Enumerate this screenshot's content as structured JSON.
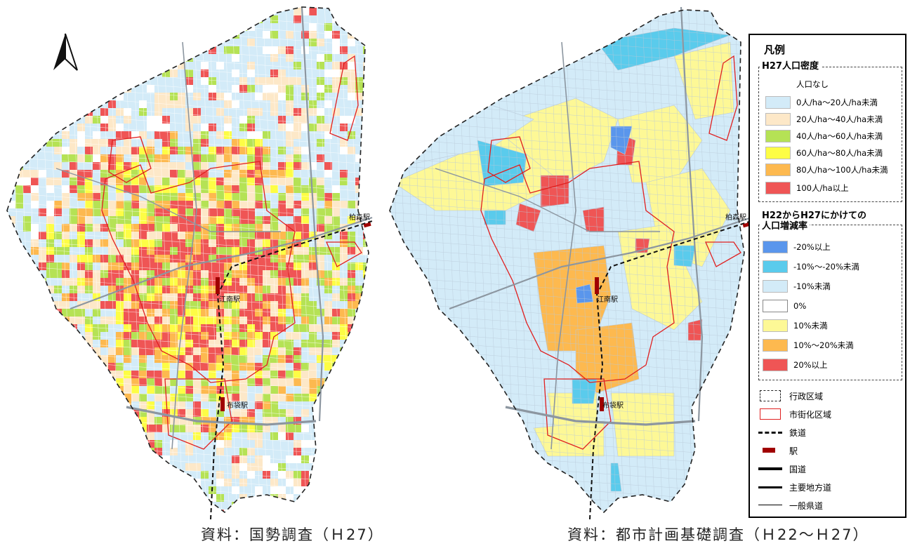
{
  "captions": {
    "left": "資料：国勢調査（Ｈ27）",
    "right": "資料：都市計画基礎調査（Ｈ22～Ｈ27）"
  },
  "stations": {
    "kashimori": "柏森駅",
    "konan": "江南駅",
    "hotei": "布袋駅"
  },
  "legend": {
    "title": "凡例",
    "density_title": "H27人口密度",
    "density": [
      {
        "label": "人口なし",
        "color": "#ffffff"
      },
      {
        "label": "0人/ha～20人/ha未満",
        "color": "#d3ebf8"
      },
      {
        "label": "20人/ha～40人/ha未満",
        "color": "#fde8c8"
      },
      {
        "label": "40人/ha～60人/ha未満",
        "color": "#b5e255"
      },
      {
        "label": "60人/ha～80人/ha未満",
        "color": "#fdfd45"
      },
      {
        "label": "80人/ha～100人/ha未満",
        "color": "#fdb94f"
      },
      {
        "label": "100人/ha以上",
        "color": "#ef5555"
      }
    ],
    "change_title_1": "H22からH27にかけての",
    "change_title_2": "人口増減率",
    "change": [
      {
        "label": "-20%以上",
        "color": "#5a96ec"
      },
      {
        "label": "-10%～-20%未満",
        "color": "#5acbec"
      },
      {
        "label": "-10%未満",
        "color": "#d3ebf8"
      },
      {
        "label": "0%",
        "color": "#ffffff"
      },
      {
        "label": "10%未満",
        "color": "#fdf896"
      },
      {
        "label": "10%～20%未満",
        "color": "#fdb94f"
      },
      {
        "label": "20%以上",
        "color": "#ef5555"
      }
    ],
    "lines": [
      {
        "label": "行政区域",
        "kind": "admin-boundary"
      },
      {
        "label": "市街化区域",
        "kind": "urbanization-area"
      },
      {
        "label": "鉄道",
        "kind": "railway"
      },
      {
        "label": "駅",
        "kind": "station"
      },
      {
        "label": "国道",
        "kind": "national-road"
      },
      {
        "label": "主要地方道",
        "kind": "major-local-road"
      },
      {
        "label": "一般県道",
        "kind": "prefectural-road"
      }
    ]
  },
  "colors": {
    "road_gray": "#8c96a0",
    "urban_red": "#e02020",
    "station_red": "#a00000"
  }
}
